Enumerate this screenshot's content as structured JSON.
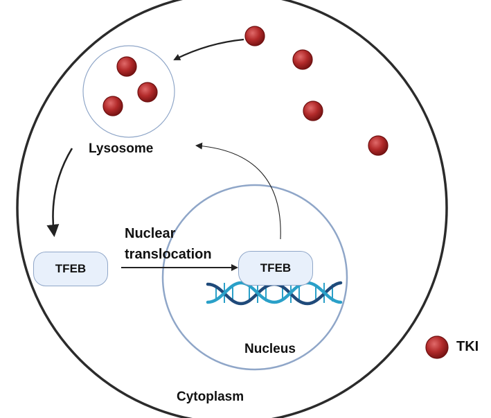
{
  "labels": {
    "lysosome": "Lysosome",
    "nucleus": "Nucleus",
    "cytoplasm": "Cytoplasm",
    "translocation_line1": "Nuclear",
    "translocation_line2": "translocation",
    "tfeb_cytoplasm": "TFEB",
    "tfeb_nucleus": "TFEB",
    "legend_tki": "TKI"
  },
  "colors": {
    "cell_outline": "#2b2b2b",
    "membrane": "#8fa6c8",
    "tki_fill": "#b22a2a",
    "tki_dark": "#6e1010",
    "pill_fill": "#e8f0fb",
    "dna_dark": "#1f4a7a",
    "dna_light": "#2aa0c8"
  },
  "icons": [
    "tki-molecule-icon",
    "dna-helix-icon",
    "arrow-icon"
  ]
}
